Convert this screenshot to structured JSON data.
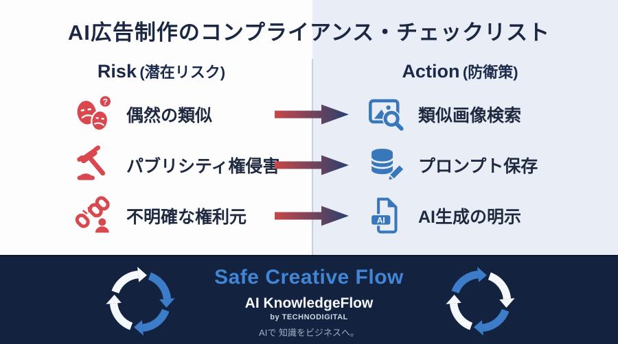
{
  "title": "AI広告制作のコンプライアンス・チェックリスト",
  "columns": {
    "risk": {
      "en": "Risk",
      "jp": "(潜在リスク)"
    },
    "action": {
      "en": "Action",
      "jp": "(防衛策)"
    }
  },
  "rows": [
    {
      "risk": {
        "icon": "masks-question-icon",
        "label": "偶然の類似"
      },
      "action": {
        "icon": "image-search-icon",
        "label": "類似画像検索"
      }
    },
    {
      "risk": {
        "icon": "gavel-icon",
        "label": "パブリシティ権侵害"
      },
      "action": {
        "icon": "database-pencil-icon",
        "label": "プロンプト保存"
      }
    },
    {
      "risk": {
        "icon": "broken-chain-icon",
        "label": "不明確な権利元"
      },
      "action": {
        "icon": "ai-document-icon",
        "label": "AI生成の明示"
      }
    }
  ],
  "icons": {
    "ai_badge": "AI",
    "question_mark": "?",
    "names": [
      "masks-question-icon",
      "gavel-icon",
      "broken-chain-icon",
      "image-search-icon",
      "database-pencil-icon",
      "ai-document-icon",
      "cycle-arrows-icon",
      "gradient-arrow-icon"
    ]
  },
  "footer": {
    "headline": "Safe Creative Flow",
    "brand": "AI KnowledgeFlow",
    "byline": "by TECHNODIGITAL",
    "tagline": "AIで 知識をビジネスへ。"
  },
  "colors": {
    "risk_red": "#d9474f",
    "action_blue": "#3878ba",
    "heading_navy": "#1b2a4a",
    "label_navy": "#1f2940",
    "arrow_red": "#c64848",
    "arrow_navy": "#28406e",
    "panel_right_bg": "#e9eef6",
    "footer_bg": "#13233f",
    "footer_headline_blue": "#4186d6",
    "cycle_blue": "#3d7cc9",
    "cycle_white": "#f4f7fb"
  }
}
